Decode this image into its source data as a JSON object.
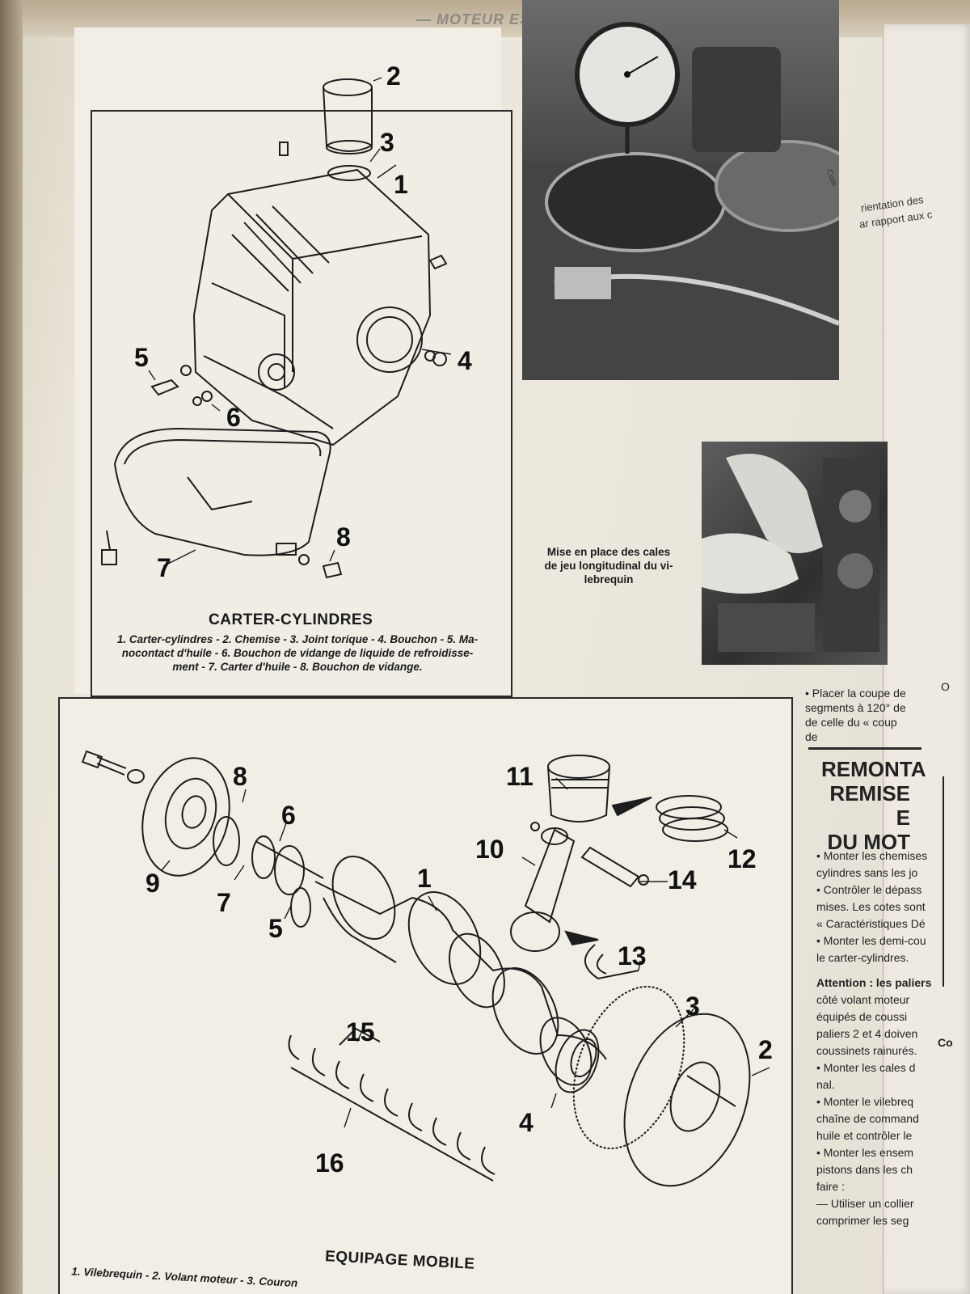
{
  "running_head": "— MOTEUR ESS",
  "figure1": {
    "title": "CARTER-CYLINDRES",
    "caption_lines": [
      "1. Carter-cylindres - 2. Chemise - 3. Joint torique - 4. Bouchon - 5. Ma-",
      "nocontact d'huile - 6. Bouchon de vidange de liquide de refroidisse-",
      "ment - 7. Carter d'huile - 8. Bouchon de vidange."
    ],
    "callouts": [
      "1",
      "2",
      "3",
      "4",
      "5",
      "6",
      "7",
      "8"
    ]
  },
  "photo_caption_lines": [
    "Mise en place des cales",
    "de jeu longitudinal du vi-",
    "lebrequin"
  ],
  "figure2": {
    "title": "EQUIPAGE MOBILE",
    "caption_line": "1. Vilebrequin - 2. Volant moteur - 3. Couron",
    "callouts": [
      "1",
      "2",
      "3",
      "4",
      "5",
      "6",
      "7",
      "8",
      "9",
      "10",
      "11",
      "12",
      "13",
      "14",
      "15",
      "16"
    ]
  },
  "right_fragments": {
    "top": [
      "rientation des",
      "ar rapport aux c"
    ],
    "photo_label": "Com",
    "c_letter": "O",
    "bullet_top": [
      "•  Placer la coupe de",
      "segments à 120° de",
      "de celle du « coup de"
    ],
    "heading_lines": [
      "REMONTA",
      "REMISE E",
      "DU MOT"
    ],
    "body_lines": [
      "•  Monter les chemises",
      "cylindres sans les jo",
      "•  Contrôler le dépass",
      "mises. Les cotes sont",
      "« Caractéristiques Dé",
      "•  Monter les demi-cou",
      "le carter-cylindres.",
      "",
      "Attention : les paliers",
      "côté volant moteur",
      "équipés de coussi",
      "paliers 2 et 4 doiven",
      "coussinets rainurés.",
      "•  Monter les cales d",
      "nal.",
      "•  Monter le vilebreq",
      "chaîne de command",
      "huile et contrôler le",
      "•  Monter les ensem",
      "pistons dans les ch",
      "faire :",
      "— Utiliser un collier",
      "comprimer les seg"
    ],
    "co_label": "Co"
  }
}
